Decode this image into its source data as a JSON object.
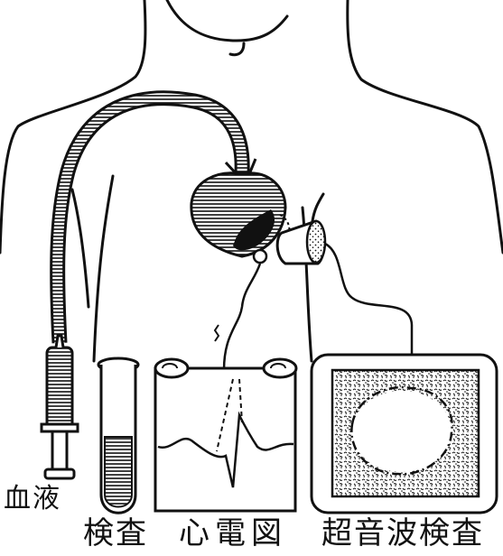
{
  "labels": {
    "blood": "血液",
    "exam": "検査",
    "ecg": "心電図",
    "echo": "超音波検査"
  },
  "colors": {
    "ink": "#111111",
    "paper": "#ffffff"
  },
  "icons": [
    "torso",
    "heart",
    "syringe",
    "test-tube",
    "ecg-strip",
    "ultrasound-probe",
    "ultrasound-monitor"
  ]
}
